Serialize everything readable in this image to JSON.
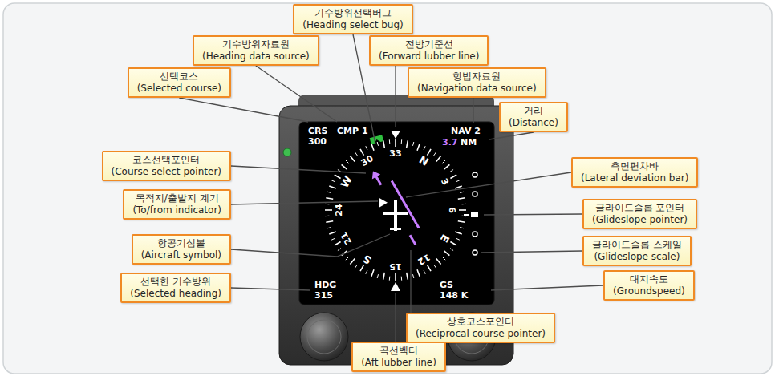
{
  "diagram": {
    "nodes": [
      {
        "text": [
          "기수방위선택버그",
          "(Heading select bug)"
        ]
      },
      {
        "text": [
          "기수방위자료원",
          "(Heading data source)"
        ]
      },
      {
        "text": [
          "전방기준선",
          "(Forward lubber line)"
        ]
      },
      {
        "text": [
          "선택코스",
          "(Selected course)"
        ]
      },
      {
        "text": [
          "항법자료원",
          "(Navigation data source)"
        ]
      },
      {
        "text": [
          "거리",
          "(Distance)"
        ]
      },
      {
        "text": [
          "코스선택포인터",
          "(Course select pointer)"
        ]
      },
      {
        "text": [
          "측면편차바",
          "(Lateral deviation bar)"
        ]
      },
      {
        "text": [
          "목적지/출발지 계기",
          "(To/from indicator)"
        ]
      },
      {
        "text": [
          "글라이드슬롭 포인터",
          "(Glideslope pointer)"
        ]
      },
      {
        "text": [
          "항공기심볼",
          "(Aircraft symbol)"
        ]
      },
      {
        "text": [
          "글라이드슬롭 스케일",
          "(Glideslope scale)"
        ]
      },
      {
        "text": [
          "선택한 기수방위",
          "(Selected heading)"
        ]
      },
      {
        "text": [
          "대지속도",
          "(Groundspeed)"
        ]
      },
      {
        "text": [
          "상호코스포인터",
          "(Reciprocal course pointer)"
        ]
      },
      {
        "text": [
          "곡선벡터",
          "(Aft lubber line)"
        ]
      }
    ],
    "labels": [
      "CRS",
      "300",
      "CMP 1",
      "NAV 2",
      "3.7",
      "NM",
      "HDG",
      "315",
      "GS",
      "148 K",
      "33",
      "N",
      "3",
      "6",
      "E",
      "12",
      "15",
      "S",
      "21",
      "24",
      "W",
      "30"
    ]
  }
}
